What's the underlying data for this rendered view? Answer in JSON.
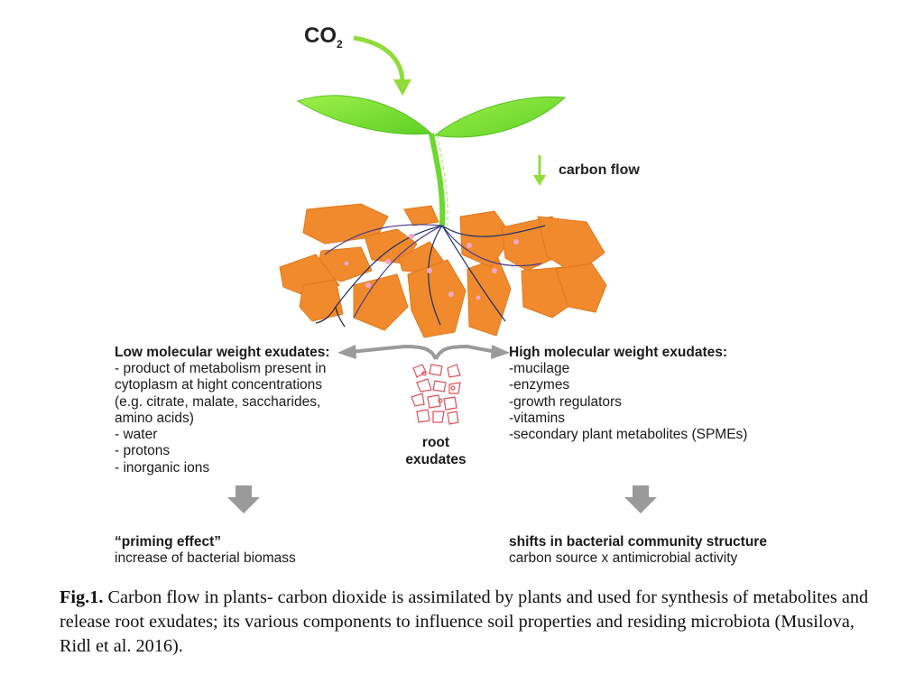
{
  "diagram": {
    "co2_label": "CO",
    "co2_subscript": "2",
    "carbon_flow_label": "carbon flow",
    "root_exudates_label_1": "root",
    "root_exudates_label_2": "exudates",
    "left_panel": {
      "title": "Low molecular weight exudates:",
      "items": [
        "- product of metabolism present in",
        "cytoplasm at hight concentrations",
        "(e.g. citrate, malate, saccharides,",
        "amino acids)",
        "- water",
        "- protons",
        "- inorganic ions"
      ]
    },
    "right_panel": {
      "title": "High molecular weight exudates:",
      "items": [
        "-mucilage",
        "-enzymes",
        "-growth regulators",
        "-vitamins",
        "-secondary plant metabolites (SPMEs)"
      ]
    },
    "left_result": {
      "title": "“priming effect”",
      "body": "increase of bacterial biomass"
    },
    "right_result": {
      "title": "shifts in bacterial community structure",
      "body": "carbon source x antimicrobial activity"
    },
    "colors": {
      "leaf": "#7ee03a",
      "soil_particle": "#f08a2c",
      "soil_particle_dark": "#d8701c",
      "flow_arrow": "#8fdc3a",
      "grey_arrow": "#9a9a9a",
      "exudate_red": "#e0505a"
    }
  },
  "caption": {
    "label": "Fig.1.",
    "text": " Carbon flow in plants- carbon dioxide is assimilated by plants and used for synthesis of metabolites and release root exudates; its various components to influence soil properties and residing microbiota (Musilova, Ridl et al. 2016)."
  }
}
